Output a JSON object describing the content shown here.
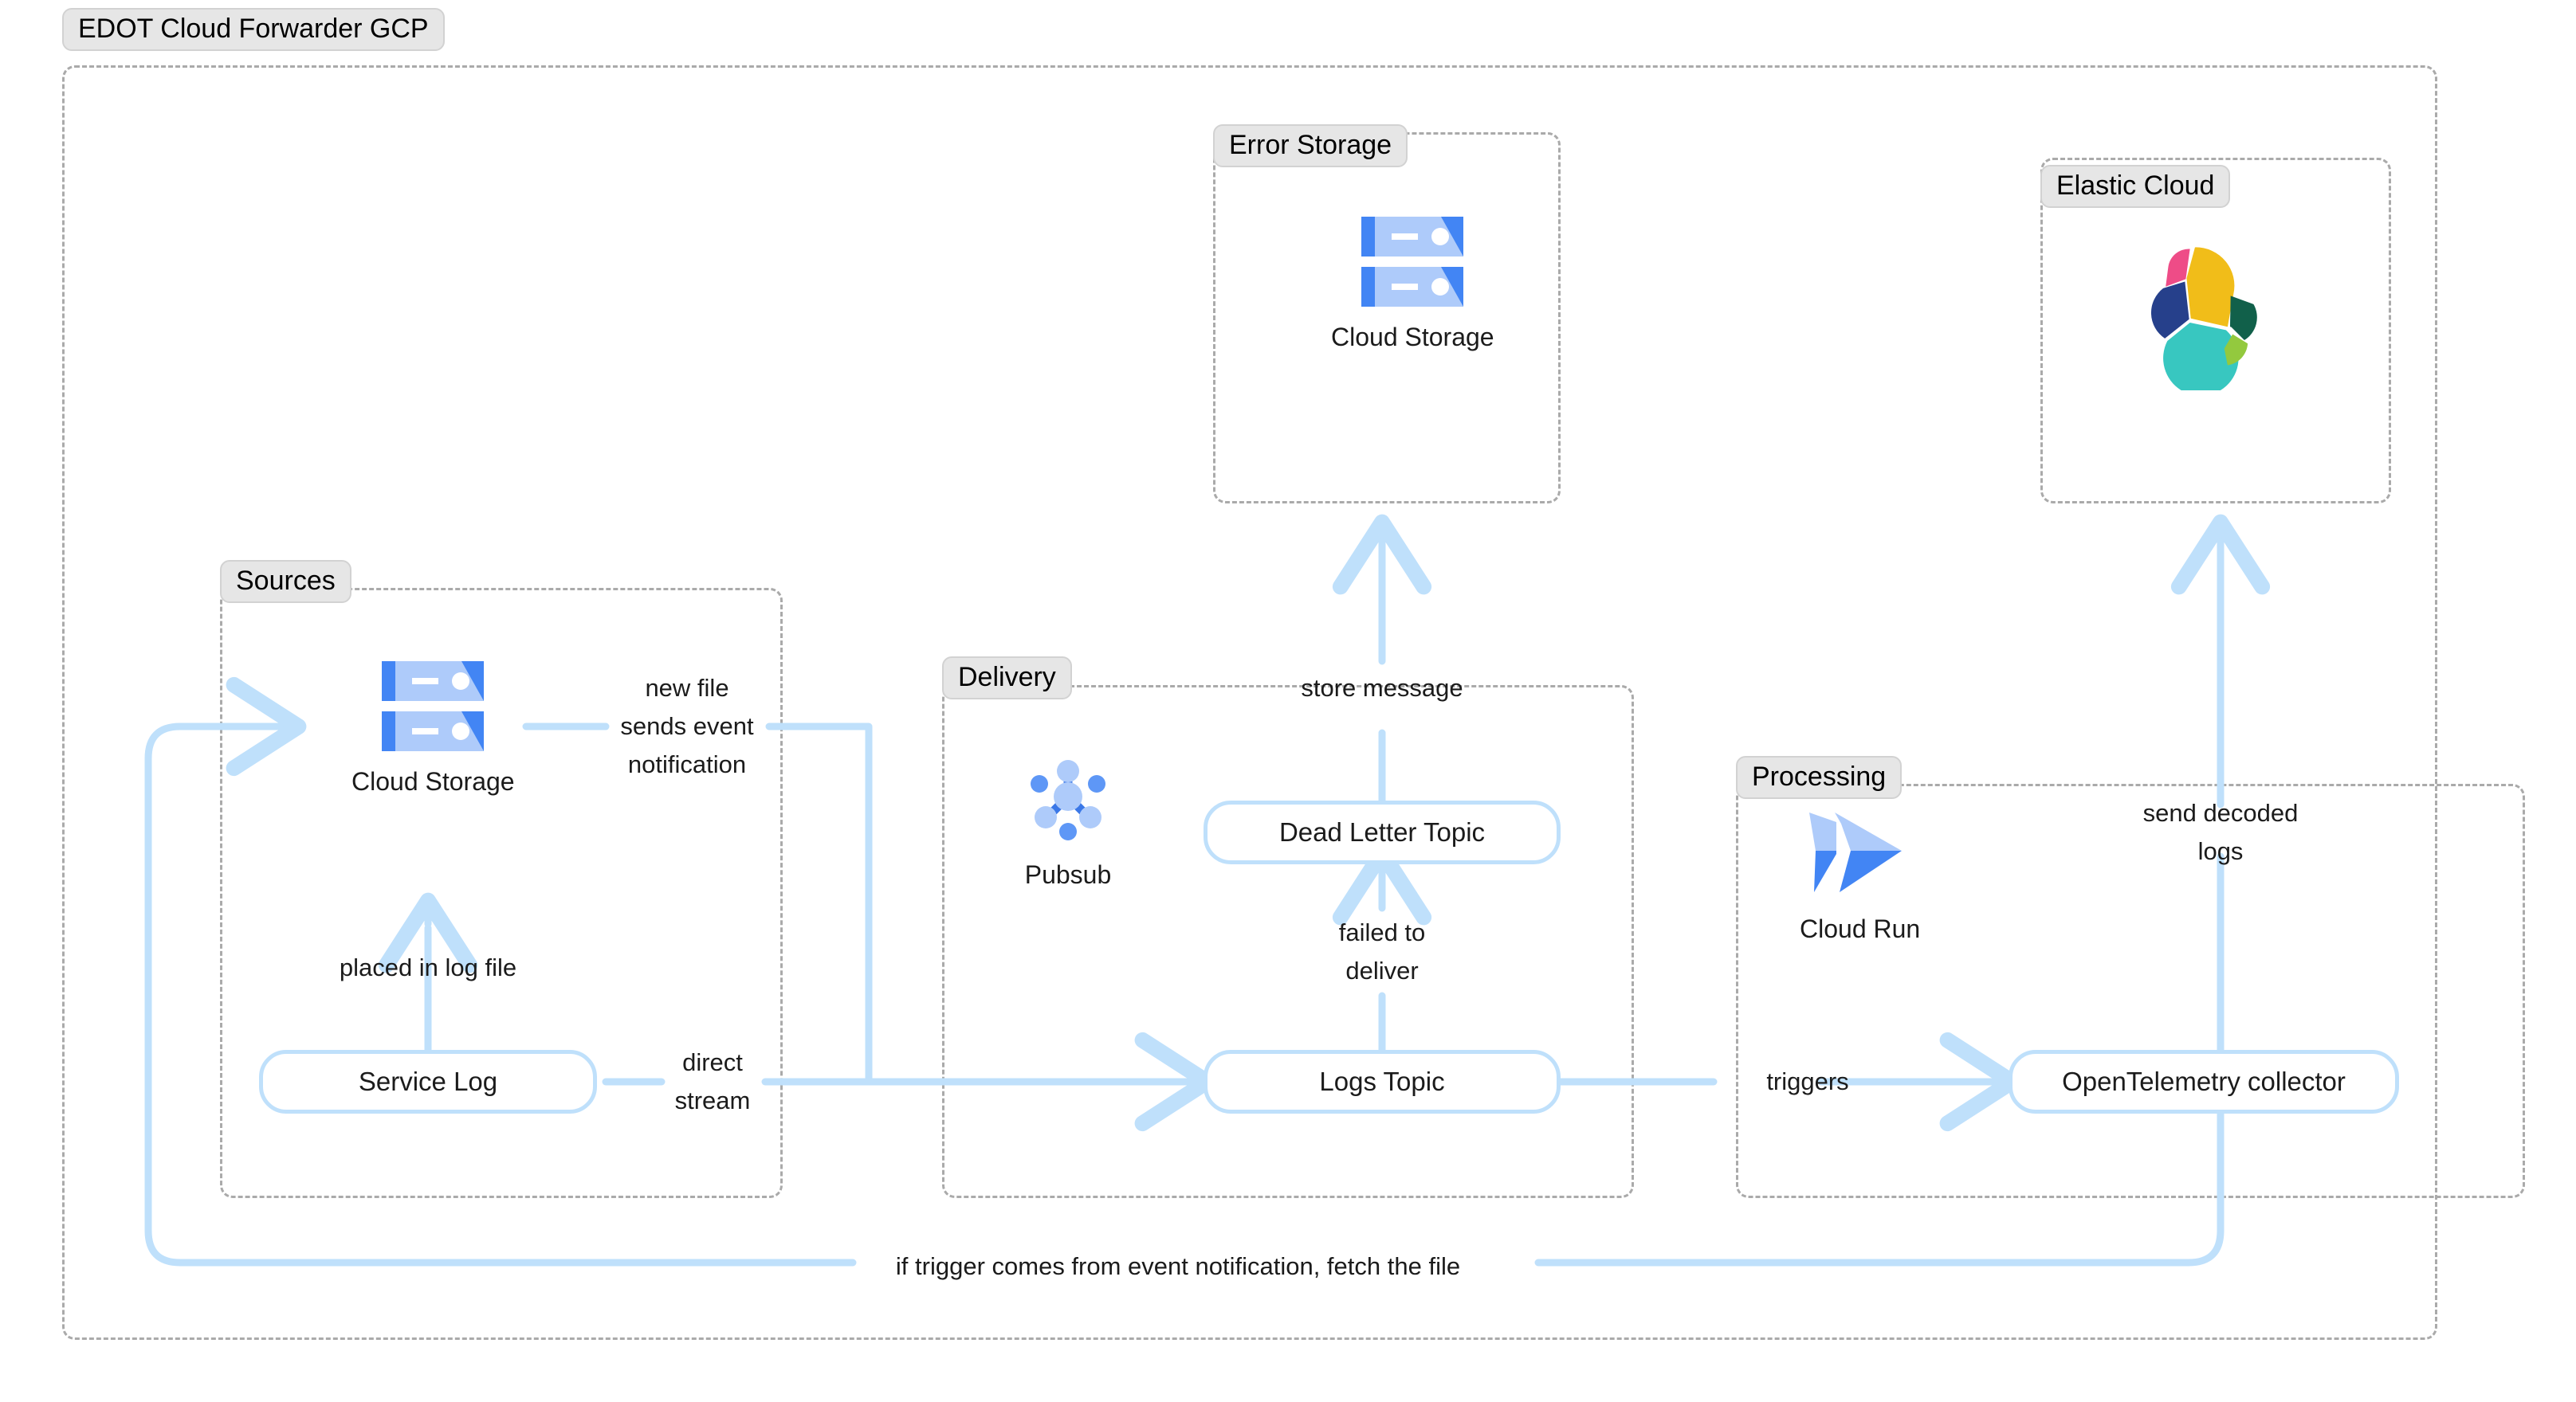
{
  "diagram": {
    "title": "EDOT Cloud Forwarder GCP",
    "colors": {
      "wire": "#bfe0fb",
      "dashed_border": "#aaaaaa",
      "badge_bg": "#e6e6e6",
      "gcp_blue_dark": "#4285f4",
      "gcp_blue_light": "#aecbfa",
      "elastic_pink": "#ee4c87",
      "elastic_yellow": "#f1bd19",
      "elastic_navy": "#26408b",
      "elastic_teal": "#38c7c0",
      "elastic_darkgreen": "#11604a",
      "elastic_lightgreen": "#93c93e"
    }
  },
  "groups": {
    "sources": {
      "label": "Sources"
    },
    "delivery": {
      "label": "Delivery"
    },
    "processing": {
      "label": "Processing"
    },
    "error_storage": {
      "label": "Error Storage"
    },
    "elastic_cloud": {
      "label": "Elastic Cloud"
    }
  },
  "nodes": {
    "service_log": {
      "label": "Service Log"
    },
    "logs_topic": {
      "label": "Logs Topic"
    },
    "dead_letter_topic": {
      "label": "Dead Letter Topic"
    },
    "otel_collector": {
      "label": "OpenTelemetry collector"
    }
  },
  "icons": {
    "sources_cloud_storage": {
      "caption": "Cloud Storage",
      "icon": "cloud-storage-icon"
    },
    "error_cloud_storage": {
      "caption": "Cloud Storage",
      "icon": "cloud-storage-icon"
    },
    "pubsub": {
      "caption": "Pubsub",
      "icon": "pubsub-icon"
    },
    "cloud_run": {
      "caption": "Cloud Run",
      "icon": "cloud-run-icon"
    },
    "elastic": {
      "caption": "",
      "icon": "elastic-logo-icon"
    }
  },
  "edges": {
    "new_file_event": "new file\nsends event\nnotification",
    "placed_in_log_file": "placed in log file",
    "direct_stream": "direct\nstream",
    "store_message": "store message",
    "failed_to_deliver": "failed to\ndeliver",
    "triggers": "triggers",
    "send_decoded_logs": "send decoded\nlogs",
    "fetch_the_file": "if trigger comes from event notification, fetch the file"
  }
}
